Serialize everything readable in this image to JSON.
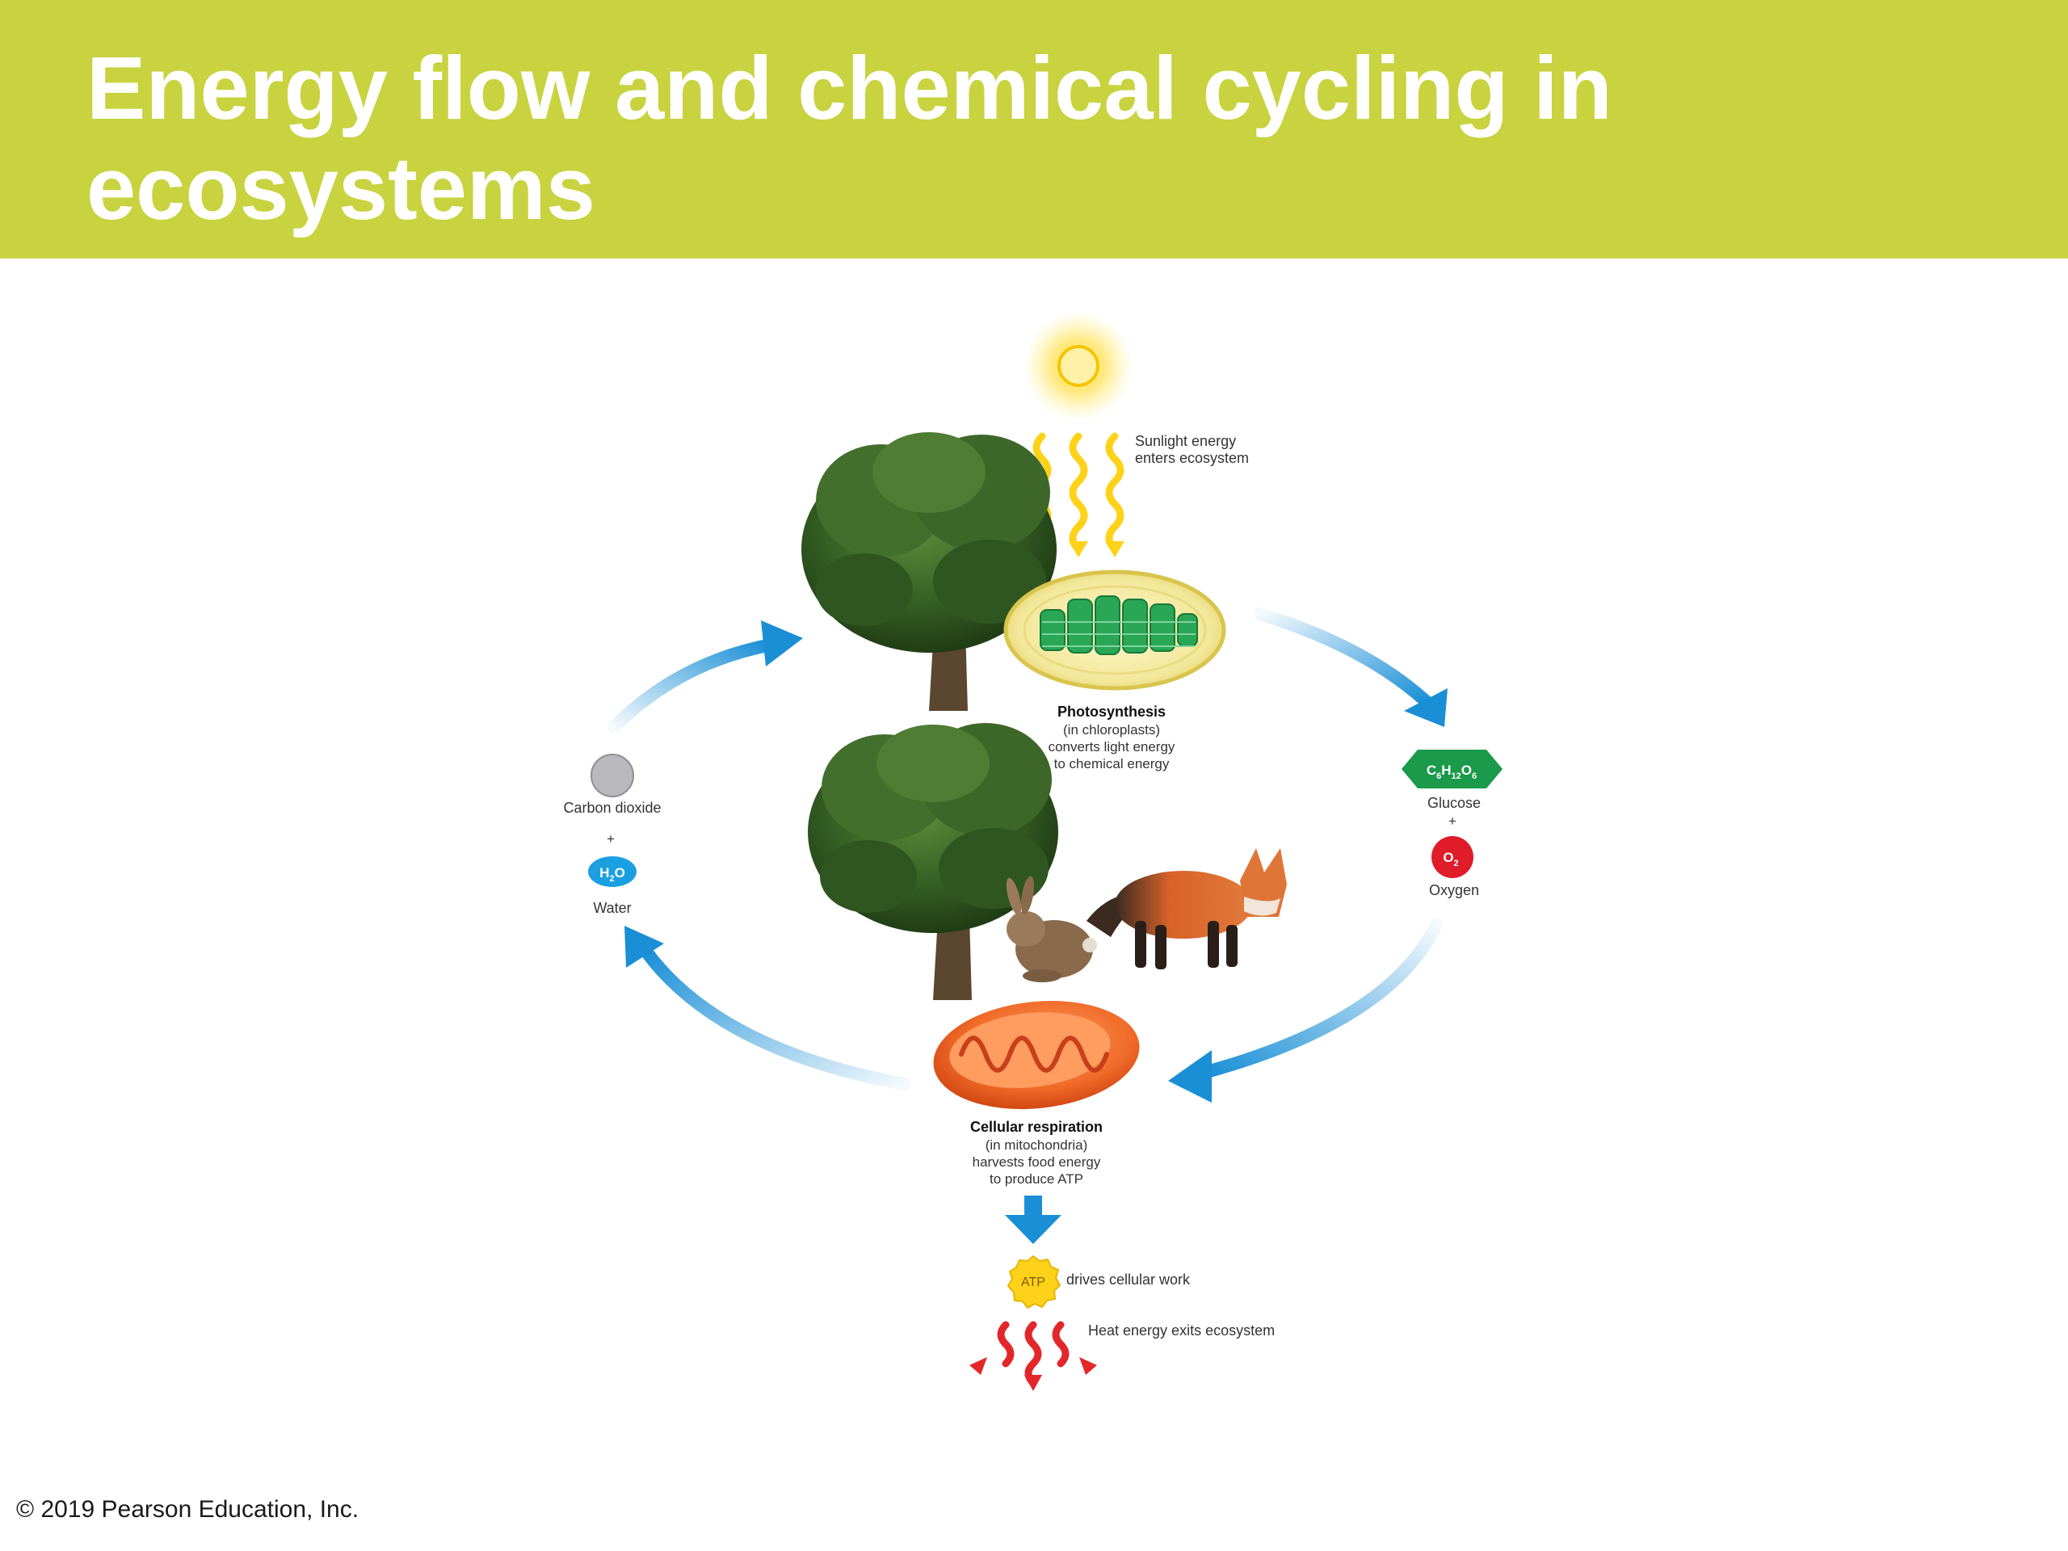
{
  "title": "Energy flow and chemical cycling in ecosystems",
  "sunlight": {
    "line1": "Sunlight energy",
    "line2": "enters ecosystem"
  },
  "photosynthesis": {
    "heading": "Photosynthesis",
    "line1": "(in chloroplasts)",
    "line2": "converts light energy",
    "line3": "to chemical energy"
  },
  "respiration": {
    "heading": "Cellular respiration",
    "line1": "(in mitochondria)",
    "line2": "harvests food energy",
    "line3": "to produce ATP"
  },
  "left_molecules": {
    "co2_label": "Carbon dioxide",
    "plus": "+",
    "h2o_symbol": "H",
    "h2o_sub": "2",
    "h2o_tail": "O",
    "water_label": "Water"
  },
  "right_molecules": {
    "glucose_c": "C",
    "glucose_c_sub": "6",
    "glucose_h": "H",
    "glucose_h_sub": "12",
    "glucose_o": "O",
    "glucose_o_sub": "6",
    "glucose_label": "Glucose",
    "plus": "+",
    "o2_symbol": "O",
    "o2_sub": "2",
    "oxygen_label": "Oxygen"
  },
  "atp": {
    "badge": "ATP",
    "label": "drives cellular work"
  },
  "heat": {
    "label": "Heat energy exits ecosystem"
  },
  "footer": "© 2019 Pearson Education, Inc.",
  "colors": {
    "header": "#c8d33f",
    "arrow_blue": "#1a8fd6",
    "sun": "#ffd21a",
    "heat_red": "#e3262a",
    "chloroplast_green": "#2aa657",
    "mitochondrion_orange": "#f06a28",
    "oxygen_red": "#e01b2a",
    "glucose_green": "#1a9a4a",
    "water_blue": "#1aa0e0",
    "co2_gray": "#b9b9bd"
  }
}
